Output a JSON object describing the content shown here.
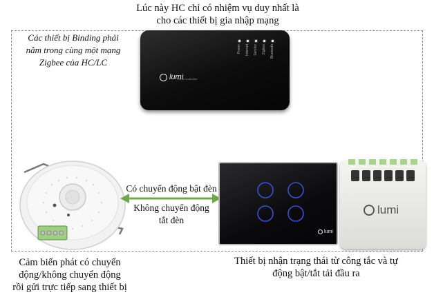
{
  "top_caption": {
    "line1": "Lúc này HC chỉ có nhiệm vụ duy nhất là",
    "line2": "cho các thiết bị gia nhập mạng"
  },
  "binding_note": {
    "line1": "Các thiết bị Binding phải",
    "line2": "nằm trong cùng một mạng",
    "line3": "Zigbee của HC/LC"
  },
  "arrow_labels": {
    "motion": "Có chuyển động bật đèn",
    "no_motion_line1": "Không chuyển động",
    "no_motion_line2": "tắt đèn"
  },
  "sensor_caption": {
    "line1": "Cảm biến phát có chuyển",
    "line2": "động/không chuyển động",
    "line3": "rồi gửi trực tiếp sang thiết bị"
  },
  "switch_caption": {
    "line1": "Thiết bị nhận trạng thái từ công tắc và tự",
    "line2": "động bật/tắt tải đầu ra"
  },
  "hc_device": {
    "brand": "lumi",
    "model": "Home controller",
    "leds": [
      "Power",
      "Internet",
      "Service",
      "Zigbee",
      "Bluetooth"
    ]
  },
  "switch_device": {
    "brand": "lumi"
  },
  "relay_device": {
    "brand": "lumi"
  },
  "colors": {
    "arrow": "#6fa84a",
    "touch_ring": "#3b4fd8",
    "led": "#ffffff"
  }
}
